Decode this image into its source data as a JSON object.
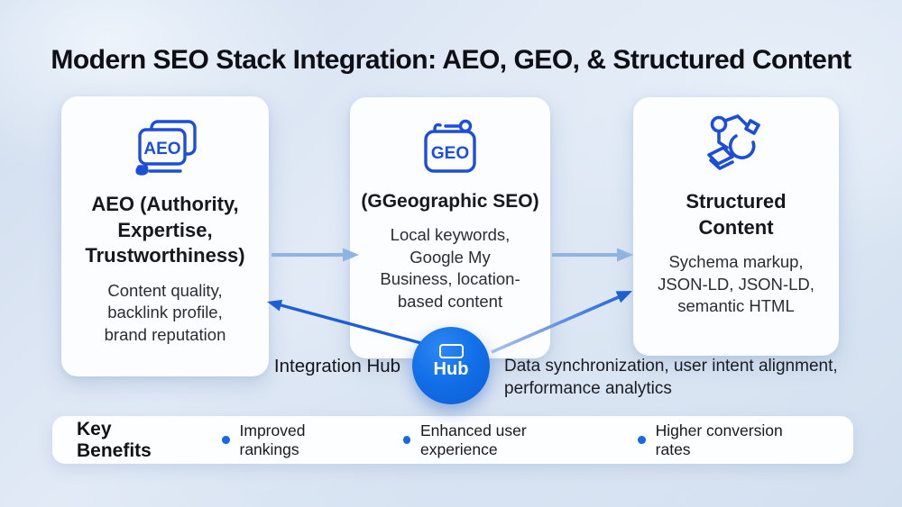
{
  "title": "Modern SEO Stack Integration: AEO, GEO, & Structured Content",
  "cards": [
    {
      "icon": "aeo-document-icon",
      "icon_label": "AEO",
      "title": "AEO (Authority,\nExpertise,\nTrustworthiness)",
      "body": "Content quality,\nbacklink profile,\nbrand reputation"
    },
    {
      "icon": "geo-calendar-icon",
      "icon_label": "GEO",
      "title": "(GGeographic SEO)",
      "body": "Local keywords,\nGoogle My\nBusiness, location-\nbased content"
    },
    {
      "icon": "structured-shapes-icon",
      "title": "Structured\nContent",
      "body": "Sychema markup,\nJSON-LD, JSON-LD,\nsemantic HTML"
    }
  ],
  "hub": {
    "label": "Integration Hub",
    "circle_label": "Hub",
    "icon": "hub-display-icon",
    "description": "Data synchronization, user intent alignment,\nperformance analytics"
  },
  "benefits": {
    "heading": "Key Benefits",
    "items": [
      {
        "label": "Improved rankings"
      },
      {
        "label": "Enhanced user experience"
      },
      {
        "label": "Higher conversion rates"
      }
    ]
  },
  "colors": {
    "accent_blue": "#1d4ed8",
    "hub_blue": "#1270e8",
    "bullet_blue": "#1668e3",
    "light_arrow": "#8fb3e2",
    "dark_arrow": "#1c5ed6",
    "background": "#dce6f3",
    "card_background": "#fcfdff",
    "title_text": "#0e1015"
  }
}
